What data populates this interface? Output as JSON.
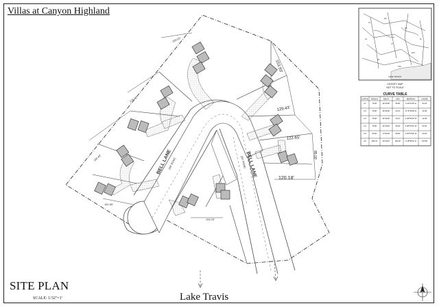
{
  "title": "Villas at Canyon Highland",
  "site_plan": {
    "heading": "SITE PLAN",
    "scale": "SCALE: 1/32\"=1'"
  },
  "water_label": "Lake Travis",
  "streets": {
    "west": {
      "name": "BELL LANE",
      "row": "(50' ROW)"
    },
    "east": {
      "name": "BELL LANE",
      "row": "(50' ROW)"
    }
  },
  "dimensions": {
    "d1": "153.93'",
    "d2": "129.43'",
    "d3": "122.65'",
    "d4": "120.18'",
    "d5": "85.00'",
    "d6": "150.00'",
    "d7": "176.52'",
    "d8": "160.42'",
    "d9": "181.85'",
    "d10": "106.29'"
  },
  "vicinity_map": {
    "title": "VICINITY MAP",
    "subtitle": "NOT TO SCALE",
    "lake_label": "LAKE TRAVIS"
  },
  "curve_table": {
    "title": "CURVE TABLE",
    "headers": [
      "CURVE",
      "RADIUS",
      "DELTA",
      "ARC",
      "BEARING",
      "CHORD"
    ],
    "rows": [
      [
        "C1",
        "75.00'",
        "42°24'08\"",
        "55.50'",
        "S 43°21'35\" E",
        "54.23'"
      ],
      [
        "C2",
        "75.00'",
        "33°42'29\"",
        "44.12'",
        "N 76°25'09\" E",
        "43.49'"
      ],
      [
        "C3",
        "75.00'",
        "33°42'29\"",
        "44.12'",
        "S 48°52'40\" W",
        "43.49'"
      ],
      [
        "C4",
        "75.00'",
        "42°12'54\"",
        "55.26'",
        "S 38°57'01\" W",
        "54.02'"
      ],
      [
        "C5",
        "50.00'",
        "77°51'49\"",
        "68.25'",
        "S 05°51'56\" W",
        "63.18'"
      ],
      [
        "C6",
        "259.79'",
        "40°11'32\"",
        "182.26'",
        "S 18°56'12\" E",
        "178.59'"
      ]
    ]
  },
  "colors": {
    "ink": "#222222",
    "lot_gray": "#b8b8b8",
    "pavement": "#ffffff",
    "stipple": "#8a8a8a"
  }
}
